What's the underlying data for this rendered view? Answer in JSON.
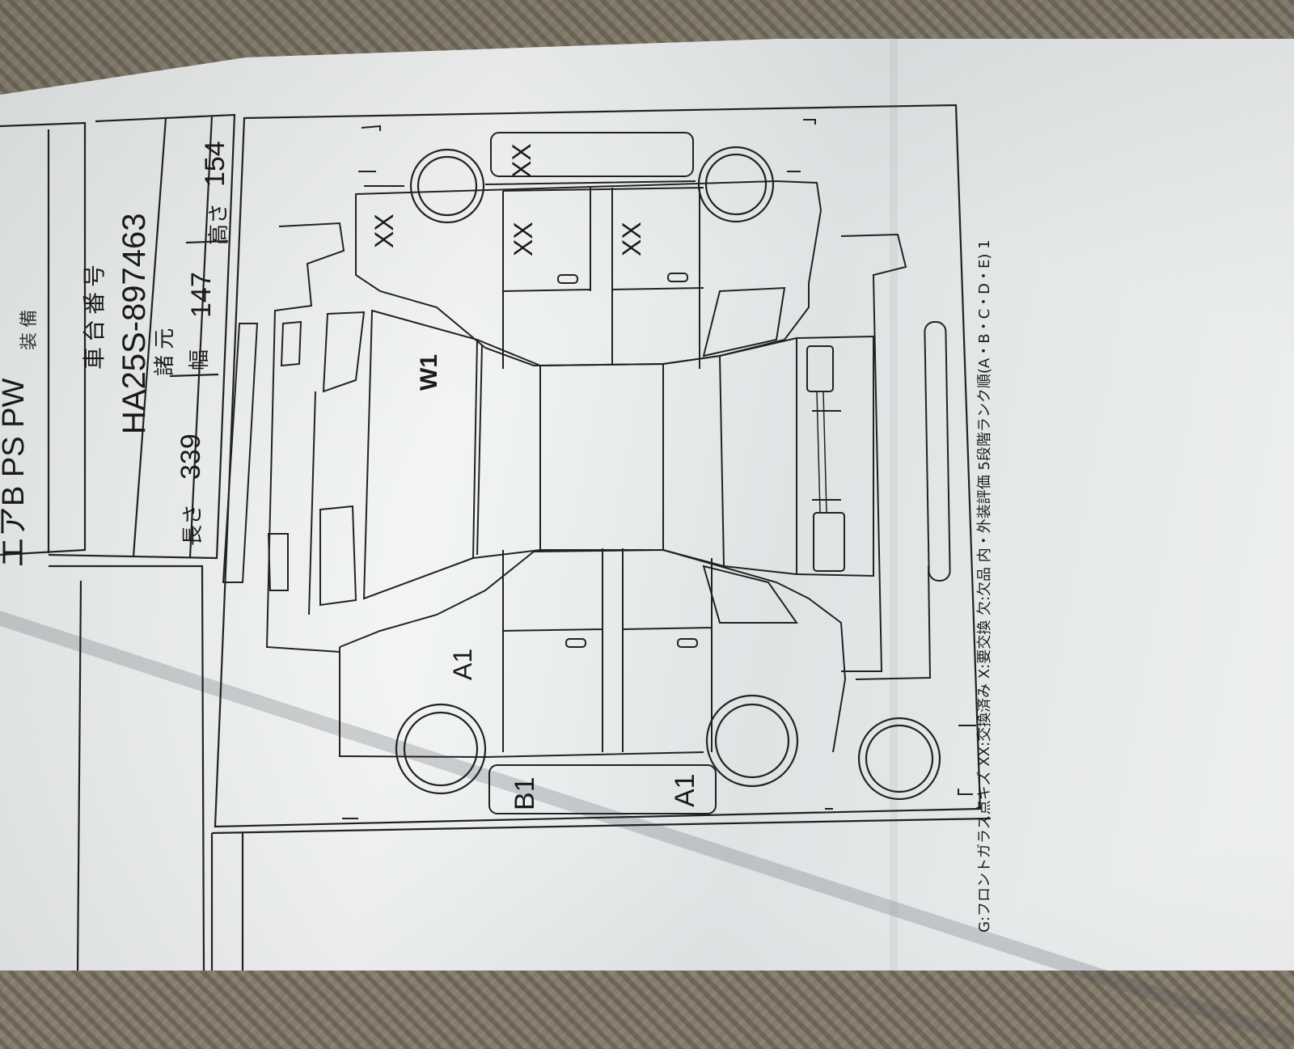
{
  "header": {
    "top_partial": "装 備",
    "equipment_codes": "エアB PS PW",
    "chassis_label": "車台番号",
    "chassis_number": "HA25S-897463",
    "specs_label": "諸 元",
    "length_label": "長さ",
    "length_value": "339",
    "width_label": "幅",
    "width_value": "147",
    "height_label": "高さ",
    "height_value": "154"
  },
  "diagram": {
    "markers": [
      {
        "id": "rear-bumper",
        "text": "XX"
      },
      {
        "id": "rear-left-quarter",
        "text": "XX"
      },
      {
        "id": "rear-left-door",
        "text": "XX"
      },
      {
        "id": "front-left-door",
        "text": "XX"
      },
      {
        "id": "windshield",
        "text": "W1"
      },
      {
        "id": "right-front-fender",
        "text": "A1"
      },
      {
        "id": "front-bumper-left",
        "text": "B1"
      },
      {
        "id": "front-bumper-right",
        "text": "A1"
      }
    ]
  },
  "legend": {
    "line_1": "G:フロントガラス点キズ  XX:交換済み  X:要交換  欠:欠品  内・外装評価  5段階ランク順(A・B・C・D・E)  1"
  }
}
